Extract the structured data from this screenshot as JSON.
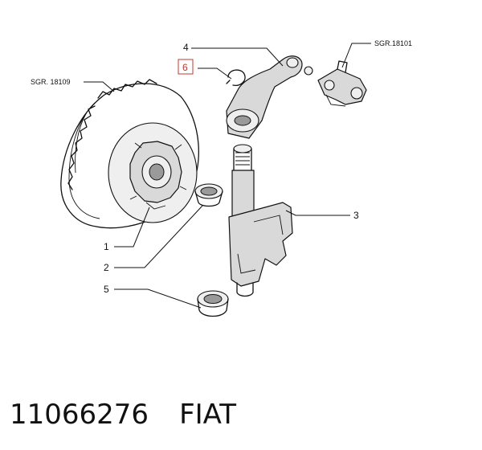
{
  "callouts": {
    "part_1": "1",
    "part_2": "2",
    "part_3": "3",
    "part_4": "4",
    "part_5": "5",
    "part_6": "6",
    "ref_clutch": "SGR. 18109",
    "ref_selector": "SGR.18101"
  },
  "caption": {
    "part_number": "11066276",
    "brand": "FIAT"
  },
  "colors": {
    "highlight": "#c0392b",
    "line": "#111111",
    "shade": "#d9d9d9"
  }
}
